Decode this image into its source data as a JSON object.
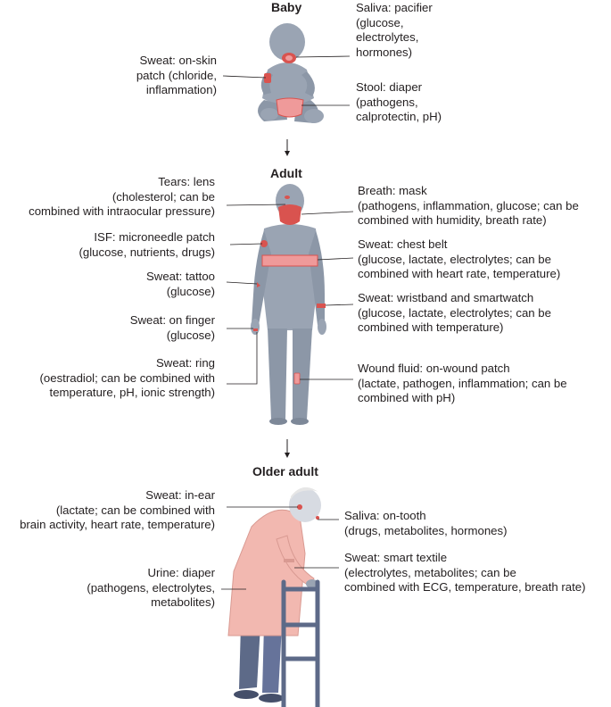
{
  "stages": {
    "baby": "Baby",
    "adult": "Adult",
    "older": "Older adult"
  },
  "baby": {
    "saliva": [
      "Saliva: pacifier",
      "(glucose,",
      "electrolytes,",
      "hormones)"
    ],
    "sweat": [
      "Sweat: on-skin",
      "patch (chloride,",
      "inflammation)"
    ],
    "stool": [
      "Stool: diaper",
      "(pathogens,",
      "calprotectin, pH)"
    ]
  },
  "adult": {
    "tears": [
      "Tears: lens",
      "(cholesterol; can be",
      "combined with intraocular pressure)"
    ],
    "isf": [
      "ISF: microneedle patch",
      "(glucose, nutrients, drugs)"
    ],
    "tattoo": [
      "Sweat: tattoo",
      "(glucose)"
    ],
    "finger": [
      "Sweat: on finger",
      "(glucose)"
    ],
    "ring": [
      "Sweat: ring",
      "(oestradiol; can be combined with",
      "temperature, pH, ionic strength)"
    ],
    "breath": [
      "Breath: mask",
      "(pathogens, inflammation, glucose; can be",
      "combined with humidity, breath rate)"
    ],
    "chest": [
      "Sweat: chest belt",
      "(glucose, lactate, electrolytes; can be",
      "combined with heart rate, temperature)"
    ],
    "wrist": [
      "Sweat: wristband and smartwatch",
      "(glucose, lactate, electrolytes; can be",
      "combined with temperature)"
    ],
    "wound": [
      "Wound fluid: on-wound patch",
      "(lactate, pathogen, inflammation; can be",
      "combined with pH)"
    ]
  },
  "older": {
    "inear": [
      "Sweat: in-ear",
      "(lactate; can be combined with",
      "brain activity, heart rate, temperature)"
    ],
    "urine": [
      "Urine: diaper",
      "(pathogens, electrolytes,",
      "metabolites)"
    ],
    "tooth": [
      "Saliva: on-tooth",
      "(drugs, metabolites, hormones)"
    ],
    "textile": [
      "Sweat: smart textile",
      "(electrolytes, metabolites; can be",
      "combined with ECG, temperature, breath rate)"
    ]
  },
  "colors": {
    "body": "#9aa4b3",
    "body_dark": "#7d8898",
    "accent": "#d9534f",
    "accent_light": "#ef9a9a",
    "leader": "#231f20",
    "walker": "#5d6a88",
    "hair": "#e6e6e6"
  }
}
